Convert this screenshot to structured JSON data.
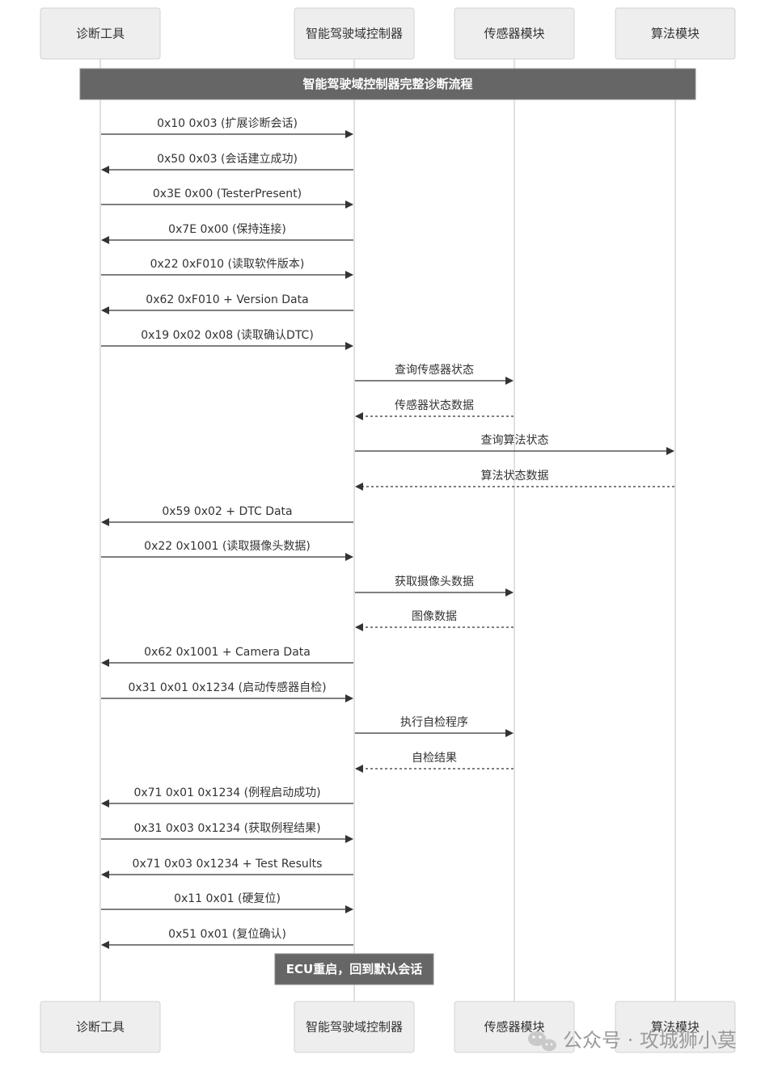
{
  "participants": [
    {
      "id": "tester",
      "label": "诊断工具"
    },
    {
      "id": "ecu",
      "label": "智能驾驶域控制器"
    },
    {
      "id": "sensor",
      "label": "传感器模块"
    },
    {
      "id": "algo",
      "label": "算法模块"
    }
  ],
  "title_note": {
    "text": "智能驾驶域控制器完整诊断流程"
  },
  "end_note": {
    "text": "ECU重启，回到默认会话"
  },
  "messages": [
    {
      "from": "tester",
      "to": "ecu",
      "label": "0x10 0x03 (扩展诊断会话)",
      "style": "solid"
    },
    {
      "from": "ecu",
      "to": "tester",
      "label": "0x50 0x03 (会话建立成功)",
      "style": "solid"
    },
    {
      "from": "tester",
      "to": "ecu",
      "label": "0x3E 0x00 (TesterPresent)",
      "style": "solid"
    },
    {
      "from": "ecu",
      "to": "tester",
      "label": "0x7E 0x00 (保持连接)",
      "style": "solid"
    },
    {
      "from": "tester",
      "to": "ecu",
      "label": "0x22 0xF010 (读取软件版本)",
      "style": "solid"
    },
    {
      "from": "ecu",
      "to": "tester",
      "label": "0x62 0xF010 + Version Data",
      "style": "solid"
    },
    {
      "from": "tester",
      "to": "ecu",
      "label": "0x19 0x02 0x08 (读取确认DTC)",
      "style": "solid"
    },
    {
      "from": "ecu",
      "to": "sensor",
      "label": "查询传感器状态",
      "style": "solid"
    },
    {
      "from": "sensor",
      "to": "ecu",
      "label": "传感器状态数据",
      "style": "dashed"
    },
    {
      "from": "ecu",
      "to": "algo",
      "label": "查询算法状态",
      "style": "solid"
    },
    {
      "from": "algo",
      "to": "ecu",
      "label": "算法状态数据",
      "style": "dashed"
    },
    {
      "from": "ecu",
      "to": "tester",
      "label": "0x59 0x02 + DTC Data",
      "style": "solid"
    },
    {
      "from": "tester",
      "to": "ecu",
      "label": "0x22 0x1001 (读取摄像头数据)",
      "style": "solid"
    },
    {
      "from": "ecu",
      "to": "sensor",
      "label": "获取摄像头数据",
      "style": "solid"
    },
    {
      "from": "sensor",
      "to": "ecu",
      "label": "图像数据",
      "style": "dashed"
    },
    {
      "from": "ecu",
      "to": "tester",
      "label": "0x62 0x1001 + Camera Data",
      "style": "solid"
    },
    {
      "from": "tester",
      "to": "ecu",
      "label": "0x31 0x01 0x1234 (启动传感器自检)",
      "style": "solid"
    },
    {
      "from": "ecu",
      "to": "sensor",
      "label": "执行自检程序",
      "style": "solid"
    },
    {
      "from": "sensor",
      "to": "ecu",
      "label": "自检结果",
      "style": "dashed"
    },
    {
      "from": "ecu",
      "to": "tester",
      "label": "0x71 0x01 0x1234 (例程启动成功)",
      "style": "solid"
    },
    {
      "from": "tester",
      "to": "ecu",
      "label": "0x31 0x03 0x1234 (获取例程结果)",
      "style": "solid"
    },
    {
      "from": "ecu",
      "to": "tester",
      "label": "0x71 0x03 0x1234 + Test Results",
      "style": "solid"
    },
    {
      "from": "tester",
      "to": "ecu",
      "label": "0x11 0x01 (硬复位)",
      "style": "solid"
    },
    {
      "from": "ecu",
      "to": "tester",
      "label": "0x51 0x01 (复位确认)",
      "style": "solid"
    }
  ],
  "watermark": {
    "text": "公众号 · 攻城狮小莫",
    "icon": "wechat-icon"
  },
  "colors": {
    "participant_fill": "#eeeeee",
    "participant_border": "#d3d3d3",
    "note_fill": "#666666",
    "arrow": "#333333",
    "lifeline": "#cfcfcf"
  }
}
